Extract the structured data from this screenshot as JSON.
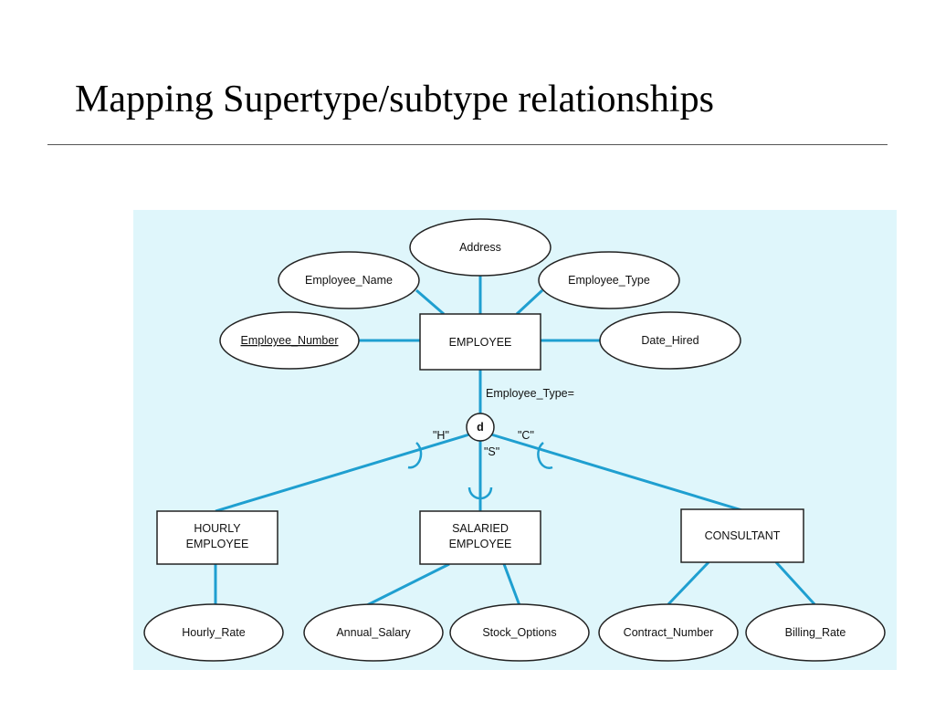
{
  "title": "Mapping Supertype/subtype relationships",
  "colors": {
    "panel_background": "#dff6fb",
    "connector": "#1f9fd0",
    "shape_fill": "#ffffff",
    "outline": "#222222"
  },
  "supertype": {
    "name": "EMPLOYEE",
    "attributes": {
      "address": "Address",
      "employee_name": "Employee_Name",
      "employee_type": "Employee_Type",
      "employee_number": "Employee_Number",
      "date_hired": "Date_Hired"
    },
    "subtype_discriminator": "Employee_Type="
  },
  "disjoint_symbol": "d",
  "discriminator_values": {
    "hourly": "\"H\"",
    "salaried": "\"S\"",
    "consultant": "\"C\""
  },
  "subtypes": {
    "hourly": {
      "name_line1": "HOURLY",
      "name_line2": "EMPLOYEE",
      "attribute": "Hourly_Rate"
    },
    "salaried": {
      "name_line1": "SALARIED",
      "name_line2": "EMPLOYEE",
      "attributes": [
        "Annual_Salary",
        "Stock_Options"
      ]
    },
    "consultant": {
      "name": "CONSULTANT",
      "attributes": [
        "Contract_Number",
        "Billing_Rate"
      ]
    }
  }
}
